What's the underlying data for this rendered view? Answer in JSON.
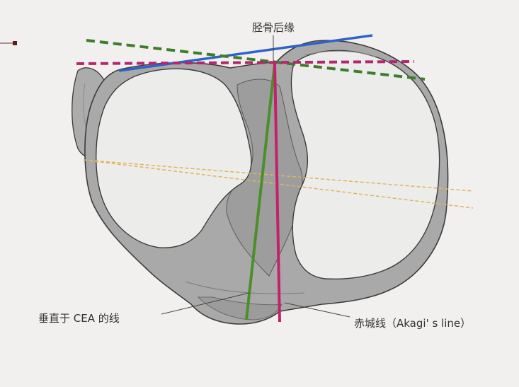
{
  "labels": {
    "posterior_tibial_margin": "胫骨后缘",
    "perpendicular_to_cea": "垂直于 CEA 的线",
    "akagi_line": "赤城线（Akagi' s line）"
  },
  "colors": {
    "page_background": "#f1f0ee",
    "bone_outline": "#3c3c3c",
    "bone_shade": "#a9a9a9",
    "plateau_surface": "#ececea",
    "posterior_margin_line": "#2f62c8",
    "cea_reference_line": "#3e7d2a",
    "perpendicular_line": "#4b8f2a",
    "akagi_line": "#c2226a",
    "transverse_line": "#b4266e",
    "auxiliary_lines": "#e2b45a"
  }
}
